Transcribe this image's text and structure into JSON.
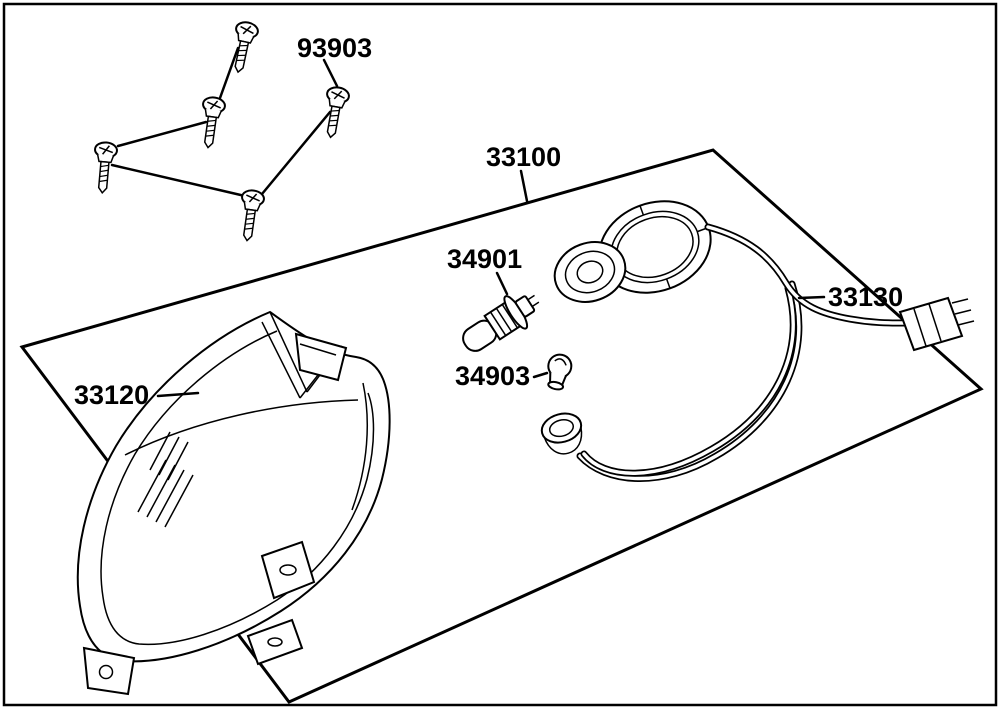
{
  "colors": {
    "line": "#000000",
    "background": "#ffffff"
  },
  "labels": {
    "screw_set": "93903",
    "headlight_comp": "33100",
    "headlight_bulb": "34901",
    "position_bulb": "34903",
    "lens_unit": "33120",
    "socket_cord": "33130"
  }
}
